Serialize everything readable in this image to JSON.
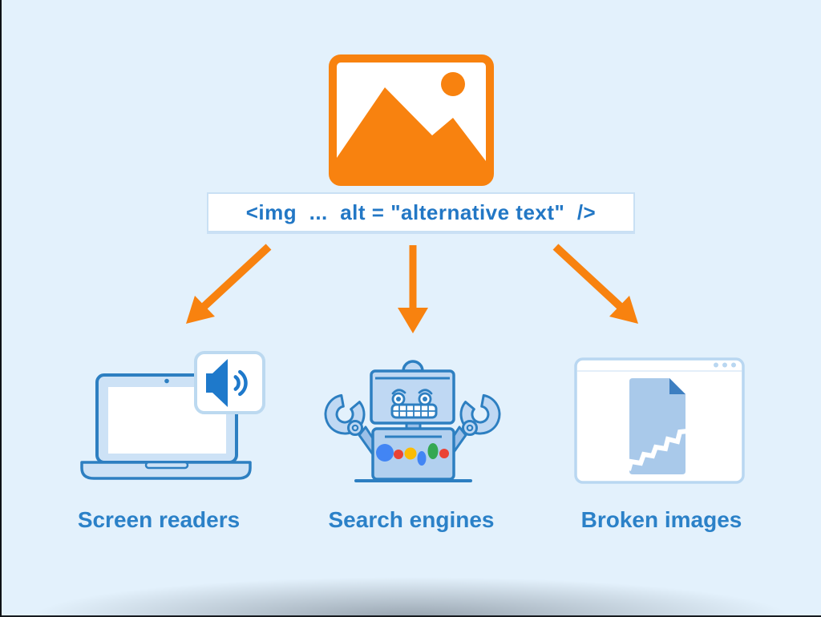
{
  "title": "Image alt attribute diagram",
  "colors": {
    "background": "#e3f1fc",
    "orange": "#f8820f",
    "outline_blue": "#2d7fc1",
    "code_text_blue": "#2277c5",
    "label_text_blue": "#2b81c8",
    "fill_light_blue": "#cde2f6",
    "robot_dot_colors": [
      "#4285f4",
      "#ea4335",
      "#fbbc05",
      "#4285f4",
      "#34a853",
      "#ea4335"
    ]
  },
  "hero": {
    "icon": "image-placeholder-icon"
  },
  "code_snippet": {
    "text": "<img  ...  alt = \"alternative text\"  />"
  },
  "items": [
    {
      "id": "screen-readers",
      "icon": "laptop-with-speaker-icon",
      "label": "Screen readers"
    },
    {
      "id": "search-engines",
      "icon": "search-robot-icon",
      "label": "Search engines"
    },
    {
      "id": "broken-images",
      "icon": "broken-image-in-browser-icon",
      "label": "Broken images"
    }
  ]
}
